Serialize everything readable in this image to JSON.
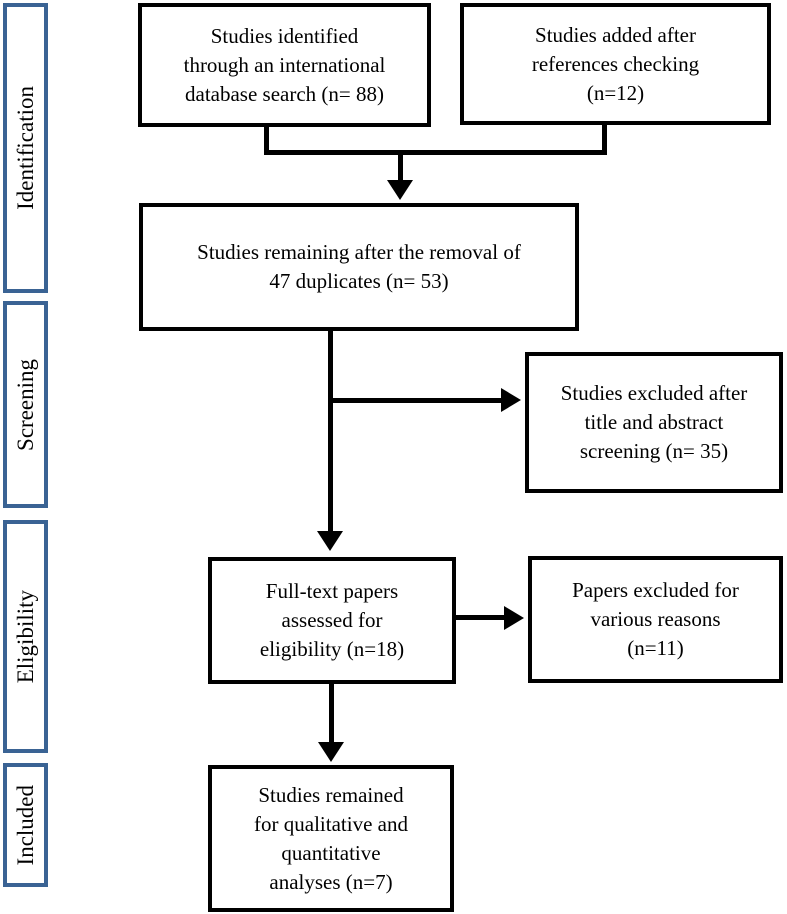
{
  "diagram": {
    "stage_border_color": "#3a6394",
    "box_border_color": "#000000",
    "arrow_color": "#000000",
    "stages": [
      {
        "label": "Identification"
      },
      {
        "label": "Screening"
      },
      {
        "label": "Eligibility"
      },
      {
        "label": "Included"
      }
    ],
    "boxes": [
      {
        "name": "database-search",
        "text": "Studies identified\nthrough an international\ndatabase search (n= 88)",
        "n": 88
      },
      {
        "name": "references-checking",
        "text": "Studies added after\nreferences checking\n(n=12)",
        "n": 12
      },
      {
        "name": "duplicates-removed",
        "text": "Studies remaining after the removal of\n47 duplicates (n= 53)",
        "n": 53
      },
      {
        "name": "excluded-title-abstract",
        "text": "Studies excluded after\ntitle and abstract\nscreening (n= 35)",
        "n": 35
      },
      {
        "name": "fulltext-assessed",
        "text": "Full-text papers\nassessed for\neligibility (n=18)",
        "n": 18
      },
      {
        "name": "excluded-various",
        "text": "Papers excluded for\nvarious reasons\n(n=11)",
        "n": 11
      },
      {
        "name": "included-analyses",
        "text": "Studies remained\nfor qualitative and\nquantitative\nanalyses (n=7)",
        "n": 7
      }
    ]
  }
}
